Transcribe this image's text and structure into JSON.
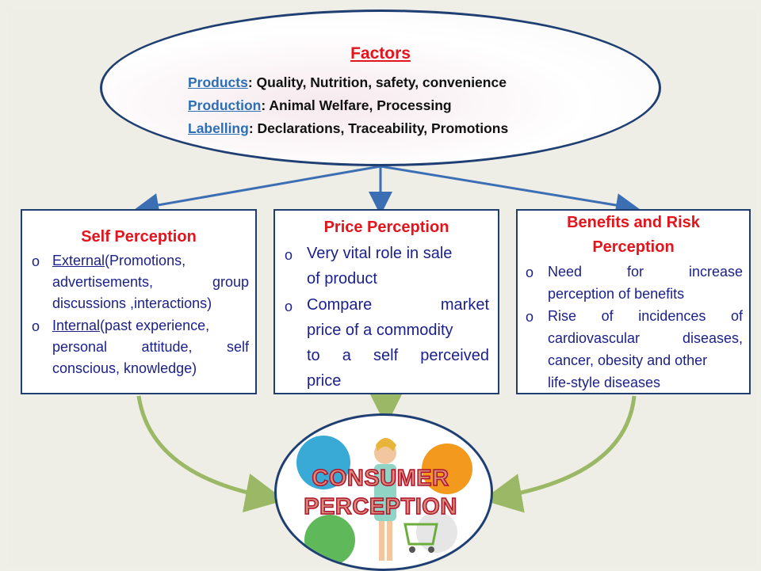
{
  "factors": {
    "title": "Factors",
    "lines": [
      {
        "key": "Products",
        "text": ": Quality, Nutrition, safety, convenience"
      },
      {
        "key": "Production",
        "text": ": Animal Welfare, Processing"
      },
      {
        "key": "Labelling",
        "text": ": Declarations, Traceability, Promotions"
      }
    ]
  },
  "self_perception": {
    "title": "Self Perception",
    "b1_key": "External",
    "b1_rest": "(Promotions,",
    "b1_l2": "advertisements, group",
    "b1_l3": "discussions ,interactions)",
    "b2_key": "Internal",
    "b2_rest": "(past experience,",
    "b2_l2": "personal attitude, self",
    "b2_l3": "conscious, knowledge)"
  },
  "price_perception": {
    "title": "Price Perception",
    "b1_l1": "Very vital role in sale",
    "b1_l2": "of product",
    "b2_l1": "Compare market",
    "b2_l2": "price of a commodity",
    "b2_l3": "to a self perceived",
    "b2_l4": "price"
  },
  "benefits_risk": {
    "title_l1": "Benefits and Risk",
    "title_l2": "Perception",
    "b1_l1": "Need for increase",
    "b1_l2": "perception of benefits",
    "b2_l1": "Rise of incidences of",
    "b2_l2": "cardiovascular diseases,",
    "b2_l3": "cancer, obesity and other",
    "b2_l4": "life-style diseases"
  },
  "center": {
    "line1": "CONSUMER",
    "line2": "PERCEPTION"
  },
  "colors": {
    "box_border": "#1f3f73",
    "title_red": "#e3141b",
    "body_blue": "#1a1f8a",
    "arrow_blue": "#3c6eb4",
    "arrow_green": "#9ab865"
  }
}
